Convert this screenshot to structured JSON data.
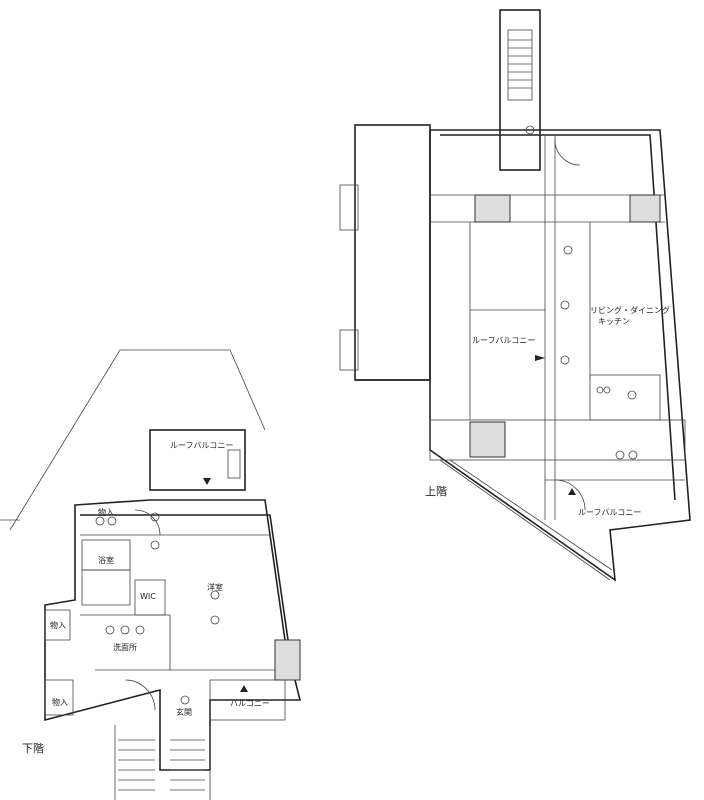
{
  "upper_floor": {
    "title": "上階",
    "rooms": {
      "ldk_line1": "リビング・ダイニング",
      "ldk_line2": "キッチン",
      "roof_balcony_west": "ルーフバルコニー",
      "roof_balcony_south": "ルーフバルコニー"
    }
  },
  "lower_floor": {
    "title": "下階",
    "rooms": {
      "roof_balcony": "ルーフバルコニー",
      "storage_top": "物入",
      "bath": "浴室",
      "washroom": "洗面所",
      "wic": "WIC",
      "western_room": "洋室",
      "storage_left1": "物入",
      "storage_left2": "物入",
      "entrance": "玄関",
      "balcony": "バルコニー"
    }
  }
}
